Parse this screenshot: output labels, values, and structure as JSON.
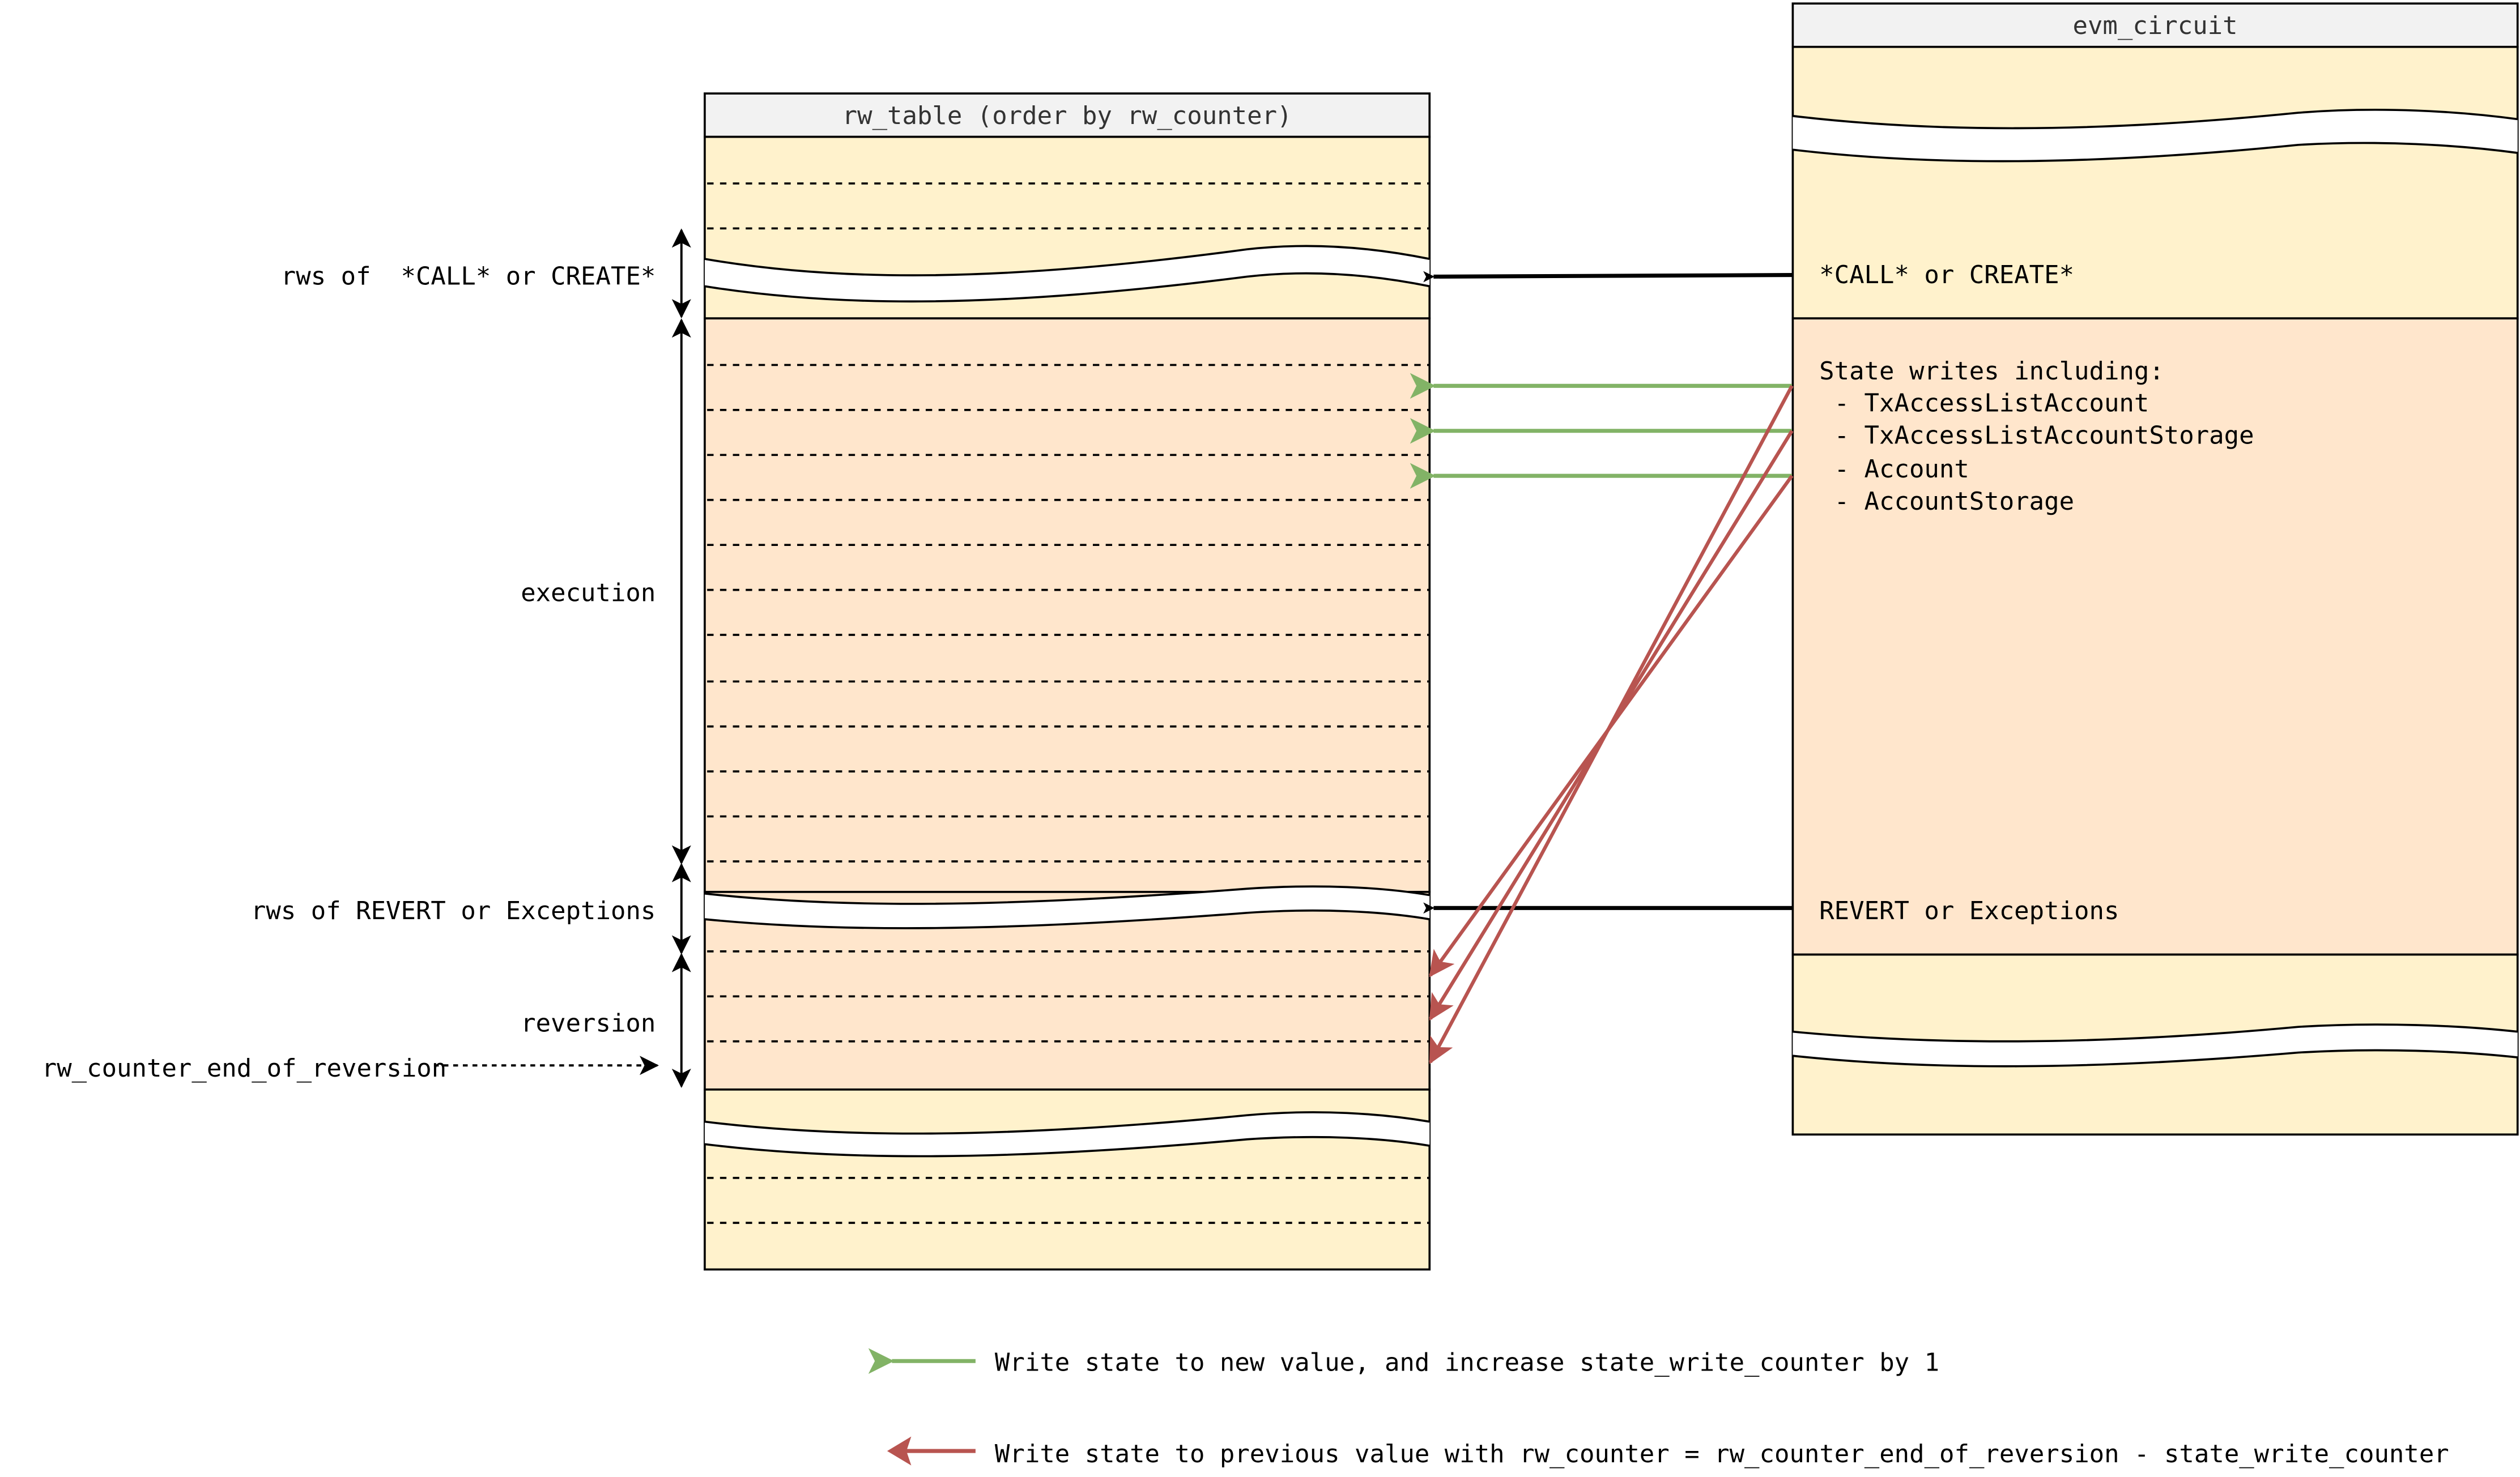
{
  "colors": {
    "yellow_fill": "#fff2cc",
    "orange_fill": "#ffe6cc",
    "header_fill": "#f2f2f2",
    "green_arrow": "#82b366",
    "red_arrow": "#b85450",
    "black": "#000000"
  },
  "rw_table": {
    "title": "rw_table (order by rw_counter)"
  },
  "evm_circuit": {
    "title": "evm_circuit",
    "call_label": "*CALL* or CREATE*",
    "state_writes_title": "State writes including:",
    "state_writes": [
      " - TxAccessListAccount",
      " - TxAccessListAccountStorage",
      " - Account",
      " - AccountStorage"
    ],
    "revert_label": "REVERT or Exceptions"
  },
  "left_labels": {
    "call_rws": "rws of  *CALL* or CREATE*",
    "execution": "execution",
    "revert_rws": "rws of REVERT or Exceptions",
    "reversion": "reversion",
    "end_of_reversion": "rw_counter_end_of_reversion"
  },
  "legend": [
    {
      "color": "green",
      "text": "Write state to new value, and increase state_write_counter by 1"
    },
    {
      "color": "red",
      "text": "Write state to previous value with rw_counter = rw_counter_end_of_reversion - state_write_counter"
    }
  ]
}
